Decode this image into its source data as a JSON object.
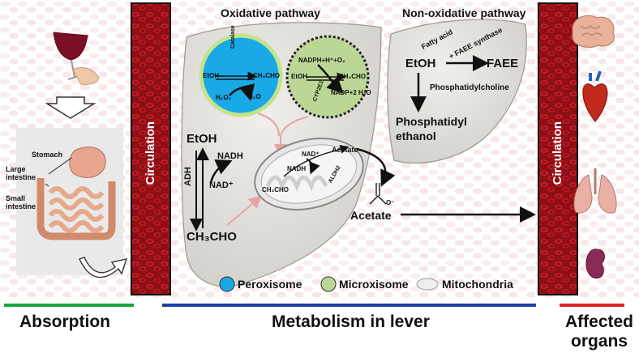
{
  "headers": {
    "oxidative": "Oxidative pathway",
    "non_oxidative": "Non-oxidative pathway"
  },
  "circulation_label": "Circulation",
  "absorption": {
    "stomach": "Stomach",
    "large_intestine": "Large intestine",
    "small_intestine": "Small intestine"
  },
  "peroxisome": {
    "catalase": "Catalase",
    "etoh": "EtOH",
    "ch3cho": "CH₃CHO",
    "h2o2": "H₂O₂",
    "h2o": "H₂O"
  },
  "microsome": {
    "nadph": "NADPH+H⁺+O₂",
    "etoh": "EtOH",
    "ch3cho": "CH₃CHO",
    "enzyme": "CYP2E1",
    "nadp": "NADP+2 H₂O"
  },
  "cytosol": {
    "etoh": "EtOH",
    "adh": "ADH",
    "nadh": "NADH",
    "nad": "NAD⁺",
    "ch3cho": "CH₃CHO"
  },
  "mitochondria": {
    "acetate": "Acetate",
    "nad": "NAD⁺",
    "nadh": "NADH",
    "enzyme": "ALDH2",
    "ch3cho": "CH₃CHO"
  },
  "acetate_label": "Acetate",
  "acetate_charge": "O⁻",
  "non_oxidative": {
    "fatty_acid": "Fatty acid",
    "faee_synthase": "+ FAEE synthase",
    "etoh": "EtOH",
    "faee": "FAEE",
    "phosphatidylcholine": "Phosphatidylcholine",
    "phosphatidyl": "Phosphatidyl",
    "ethanol": "ethanol"
  },
  "legend": {
    "peroxisome": "Peroxisome",
    "microsome": "Microxisome",
    "mitochondria": "Mitochondria"
  },
  "bottom": {
    "absorption": "Absorption",
    "metabolism": "Metabolism in lever",
    "affected_1": "Affected",
    "affected_2": "organs"
  },
  "colors": {
    "absorption_bar": "#1aa640",
    "metabolism_bar": "#1f3fa8",
    "affected_bar": "#e22424",
    "blood": "#a5131b",
    "peroxisome": "#19a9e6",
    "microsome": "#bcd696",
    "liver": "#d7d6d1",
    "arrow_pink": "#e7a4a4"
  }
}
